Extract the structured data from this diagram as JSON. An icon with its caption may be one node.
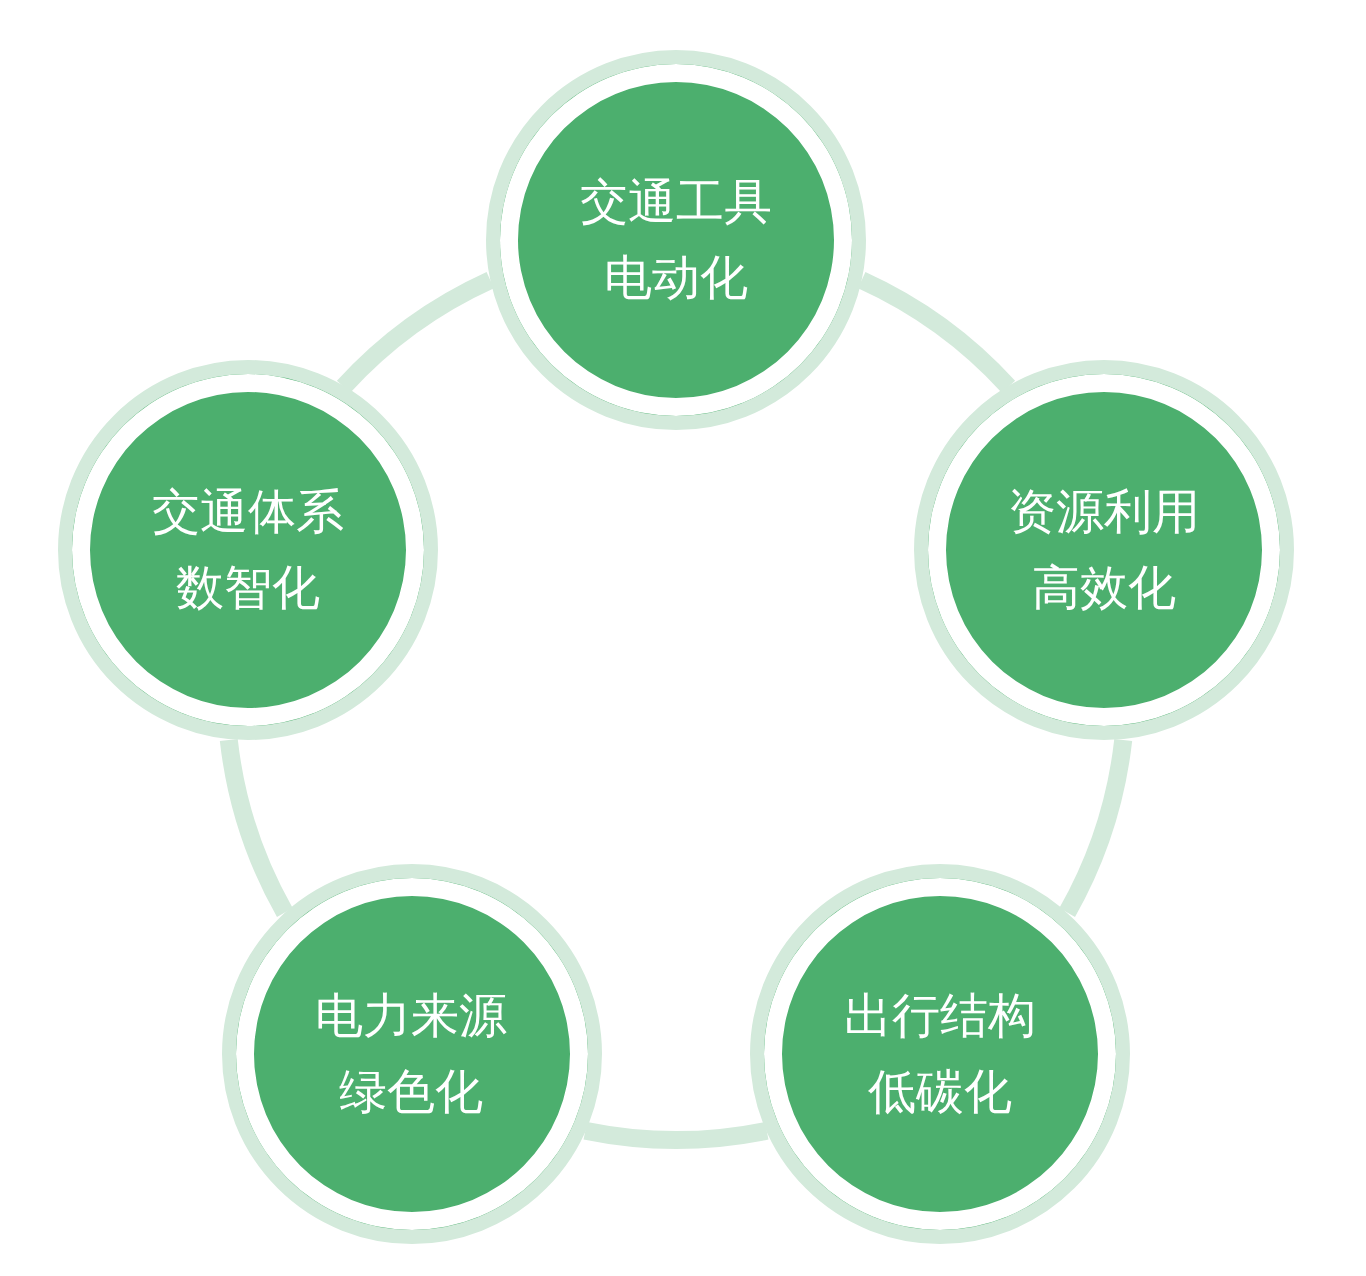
{
  "diagram": {
    "nodes": [
      {
        "text": [
          "交通工具电动化"
        ]
      },
      {
        "text": [
          "资源利用高效化"
        ]
      },
      {
        "text": [
          "出行结构低碳化"
        ]
      },
      {
        "text": [
          "电力来源绿色化"
        ]
      },
      {
        "text": [
          "交通体系数智化"
        ]
      }
    ],
    "edges": [
      {
        "from": 0,
        "to": 1,
        "arrow": "none"
      },
      {
        "from": 1,
        "to": 2,
        "arrow": "none"
      },
      {
        "from": 2,
        "to": 3,
        "arrow": "none"
      },
      {
        "from": 3,
        "to": 4,
        "arrow": "none"
      },
      {
        "from": 4,
        "to": 0,
        "arrow": "none"
      }
    ]
  }
}
